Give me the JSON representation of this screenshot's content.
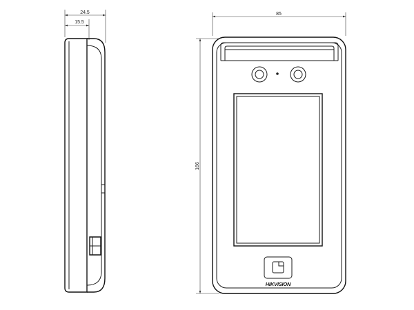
{
  "dimensions": {
    "side_total_depth": "24.5",
    "side_inner_depth": "15.5",
    "front_width": "85",
    "front_height": "166"
  },
  "front_view": {
    "brand_logo": "HIKVISION"
  },
  "colors": {
    "line": "#1a1a1a",
    "background": "#ffffff"
  }
}
